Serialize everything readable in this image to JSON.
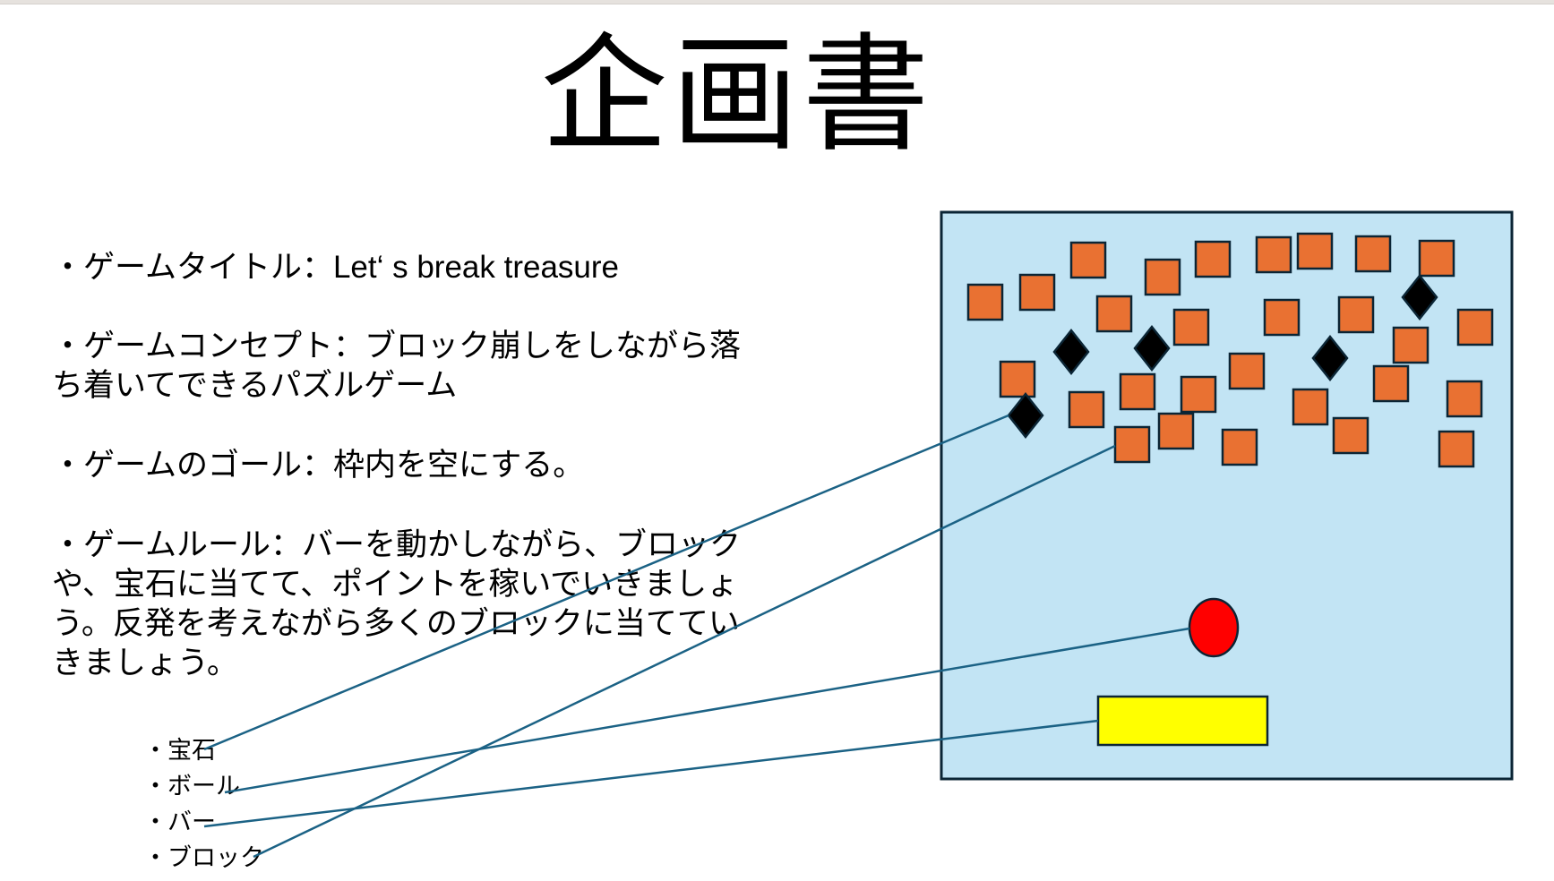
{
  "title": "企画書",
  "paragraphs": [
    {
      "lines": [
        "・ゲームタイトル：Let‘ s break treasure"
      ]
    },
    {
      "lines": [
        "・ゲームコンセプト：ブロック崩しをしながら落",
        "ち着いてできるパズルゲーム"
      ]
    },
    {
      "lines": [
        "・ゲームのゴール：枠内を空にする。"
      ]
    },
    {
      "lines": [
        "・ゲームルール：バーを動かしながら、ブロック",
        "や、宝石に当てて、ポイントを稼いでいきましょ",
        "う。反発を考えながら多くのブロックに当ててい",
        "きましょう。"
      ]
    }
  ],
  "legend": [
    "・宝石",
    "・ボール",
    "・バー",
    "・ブロック"
  ],
  "colors": {
    "field": "#c2e4f4",
    "outline": "#0b2535",
    "block": "#e97132",
    "gem": "#000000",
    "ball": "#ff0000",
    "bar": "#ffff00",
    "connector": "#1b6285"
  }
}
